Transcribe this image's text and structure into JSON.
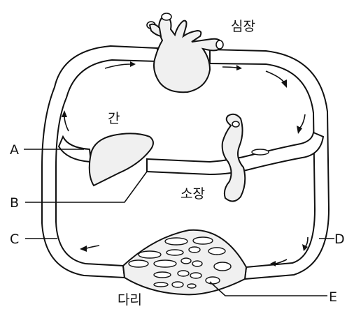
{
  "organs": {
    "heart": "심장",
    "liver": "간",
    "small_intestine": "소장",
    "leg": "다리"
  },
  "vessel_labels": {
    "A": "A",
    "B": "B",
    "C": "C",
    "D": "D",
    "E": "E"
  }
}
